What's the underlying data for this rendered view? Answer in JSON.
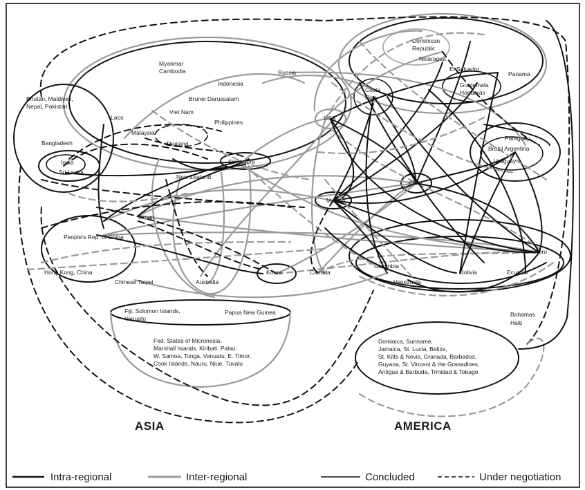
{
  "regions": {
    "asia": "ASIA",
    "america": "AMERICA"
  },
  "economies": {
    "myanmar_cambodia": [
      "Myanmar",
      "Cambodia"
    ],
    "russia": "Russia",
    "indonesia": "Indonesia",
    "brunei": "Brunei Darussalam",
    "vietnam": "Viet Nam",
    "philippines": "Philippines",
    "bhutan_group": [
      "Bhutan, Maldives,",
      "Nepal, Pakistan"
    ],
    "laos": "Laos",
    "malaysia": "Malaysia",
    "thailand": "Thailand",
    "bangladesh": "Bangladesh",
    "india": "India",
    "sri_lanka": "Sri Lanka",
    "singapore": "Singapore",
    "new_zealand": "New Zealand",
    "japan": "Japan",
    "china": "People's Rep. of China",
    "hong_kong": "Hong Kong, China",
    "chinese_taipei": "Chinese Taipei",
    "australia": "Australia",
    "korea": "Korea",
    "canada": "Canada",
    "fiji_group": [
      "Fiji, Solomon Islands,",
      "Vanuatu"
    ],
    "png": "Papua New Guinea",
    "micronesia_group": [
      "Fed. States of Micronesia,",
      "Marshall Islands, Kiribati, Palau,",
      "W. Samoa, Tonga, Vanuatu, E. Timor,",
      "Cook Islands, Nauru, Niue, Tuvalu"
    ],
    "dominican": [
      "Dominican",
      "Republic"
    ],
    "nicaragua": "Nicaragua",
    "el_salvador": "El Salvador",
    "panama": "Panama",
    "guatemala_honduras": [
      "Guatemala",
      "Honduras"
    ],
    "costa_rica": [
      "Costa",
      "Rica"
    ],
    "usa": "USA",
    "paraguay": "Paraguay",
    "brazil_argentina": "Brazil  Argentina",
    "uruguay": "Uruguay",
    "chile": "Chile",
    "mexico": "Mexico",
    "peru": "Peru",
    "colombia": "Colombia",
    "venezuela": "Venezuela",
    "bolivia": "Bolivia",
    "ecuador": "Ecuador",
    "bahamas_haiti": [
      "Bahamas",
      "Haiti"
    ],
    "caribbean_group": [
      "Dominica, Suriname,",
      "Jamaica, St. Lucia, Belize,",
      "St. Kitts & Nevis, Granada, Barbados,",
      "Guyana, St. Vincent & the Granadines,",
      "Antigua & Barbuda, Trinidad & Tobago"
    ]
  },
  "legend": {
    "intra": "Intra-regional",
    "inter": "Inter-regional",
    "concluded": "Concluded",
    "negotiation": "Under negotiation"
  },
  "colors": {
    "intra": "#111111",
    "inter": "#9a9a9a"
  }
}
